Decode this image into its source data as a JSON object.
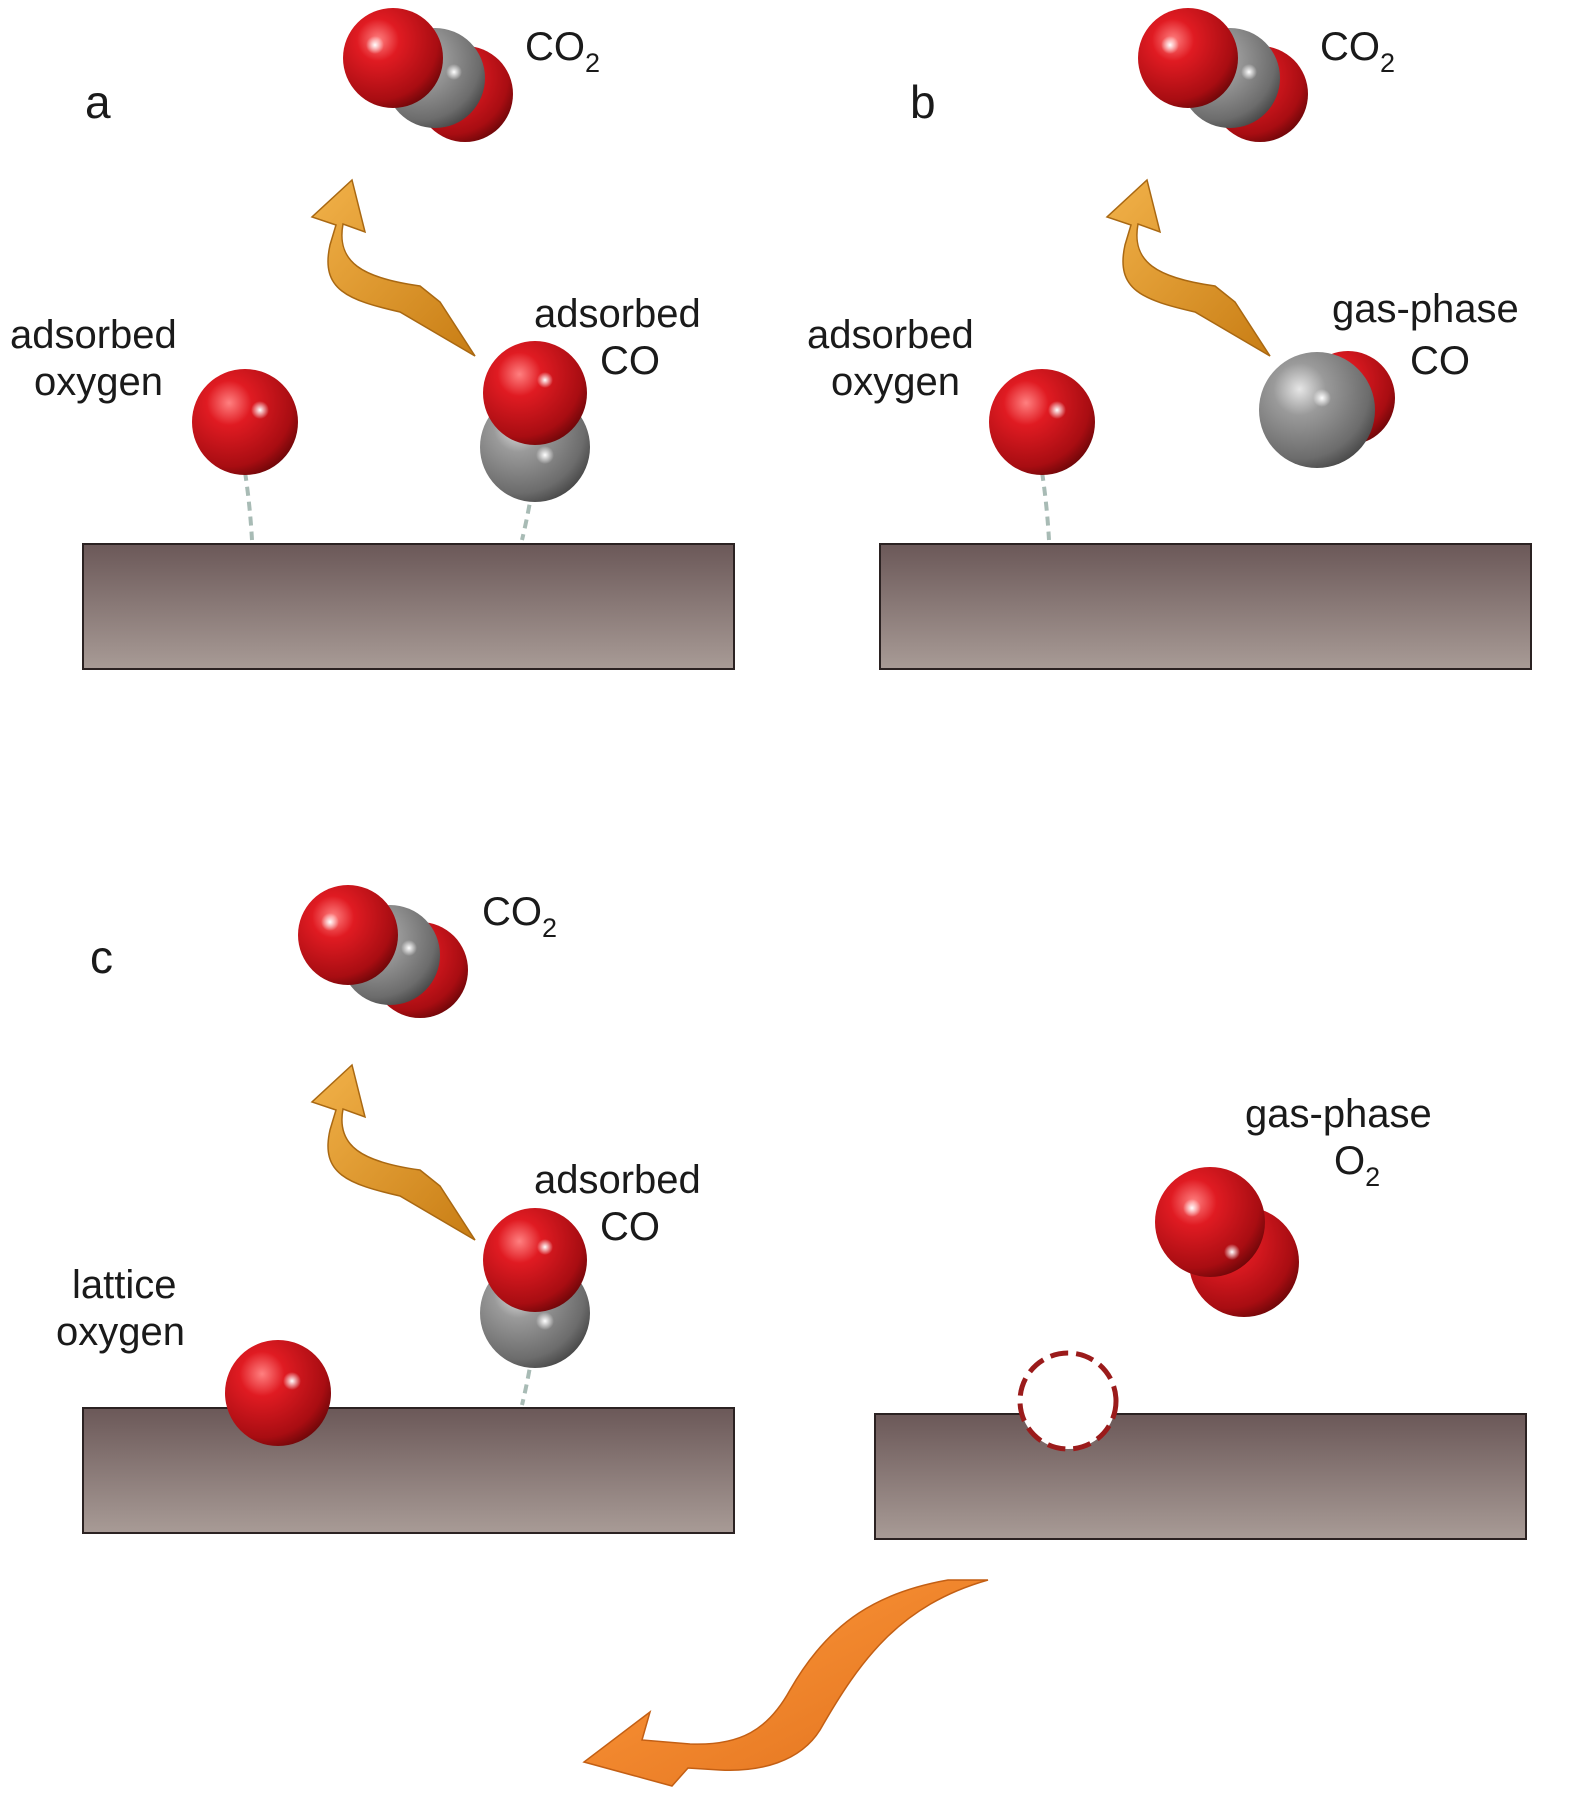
{
  "panel_a": {
    "letter": "a",
    "product": {
      "main": "CO",
      "subscript": "2"
    },
    "left_label": [
      "adsorbed",
      "oxygen"
    ],
    "right_label": [
      "adsorbed",
      "CO"
    ]
  },
  "panel_b": {
    "letter": "b",
    "product": {
      "main": "CO",
      "subscript": "2"
    },
    "left_label": [
      "adsorbed",
      "oxygen"
    ],
    "right_label": [
      "gas-phase",
      "CO"
    ]
  },
  "panel_c": {
    "letter": "c",
    "product": {
      "main": "CO",
      "subscript": "2"
    },
    "left_label": [
      "lattice",
      "oxygen"
    ],
    "right_label": [
      "adsorbed",
      "CO"
    ],
    "gas_label": {
      "line1": "gas-phase",
      "main": "O",
      "subscript": "2"
    }
  },
  "colors": {
    "oxygen": "#d0141e",
    "carbon": "#8d8d8d",
    "substrate_top": "#6f5d5d",
    "substrate_bottom": "#a79a95",
    "arrow": "#e6a13a",
    "cycle_arrow": "#f08a2c",
    "vacancy": "#9b1b1b"
  }
}
